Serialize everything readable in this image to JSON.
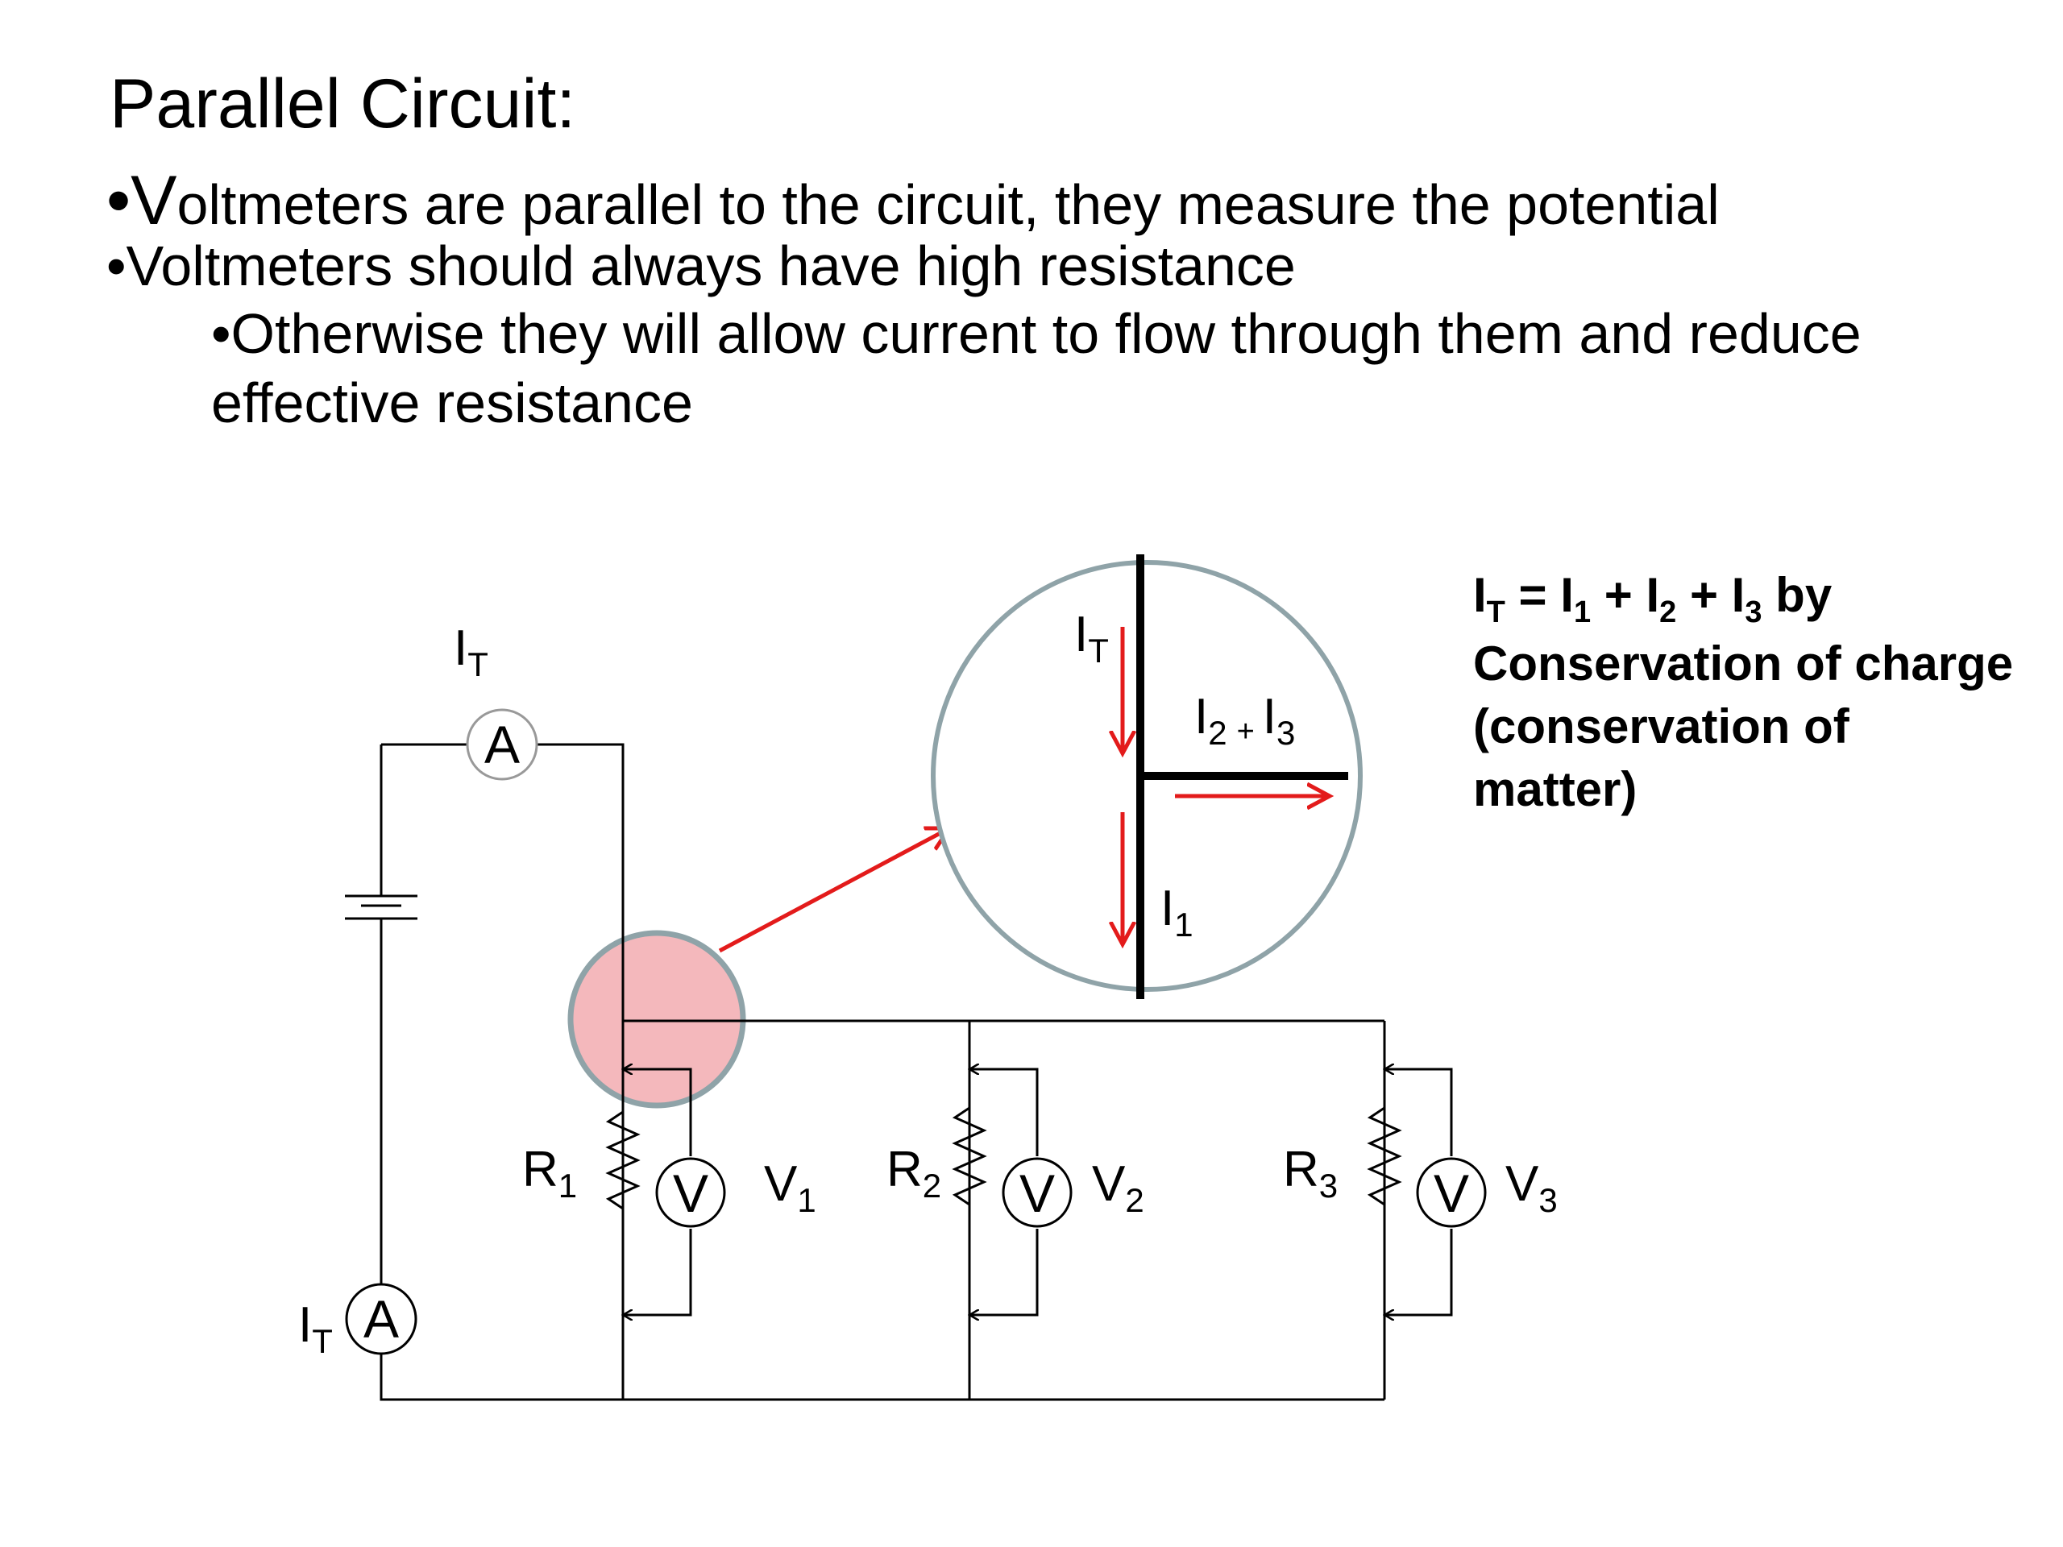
{
  "title": "Parallel Circuit:",
  "bullets": {
    "b1_first": "•V",
    "b1_rest": "oltmeters are parallel to the circuit, they measure the potential",
    "b2": "•Voltmeters should always have high resistance",
    "b3_line1": "•Otherwise they will allow current to flow through them and reduce",
    "b3_line2": "effective resistance"
  },
  "note": {
    "line1_I": "I",
    "line1_T": "T",
    "line1_eq": " = I",
    "line1_1": "1",
    "line1_p1": " + I",
    "line1_2": "2",
    "line1_p2": " + I",
    "line1_3": "3",
    "line1_by": " by",
    "line2": "Conservation of charge",
    "line3": "(conservation of",
    "line4": "matter)"
  },
  "diagram": {
    "ammeter_symbol": "A",
    "voltmeter_symbol": "V",
    "current_I": "I",
    "sub_T": "T",
    "R": "R",
    "Vlabel": "V",
    "sub1": "1",
    "sub2": "2",
    "sub3": "3",
    "plus": "+",
    "colors": {
      "wire": "#000000",
      "arrow": "#e31b1b",
      "highlight": "#f4b8bc",
      "circle_stroke": "#8fa3a8"
    }
  }
}
